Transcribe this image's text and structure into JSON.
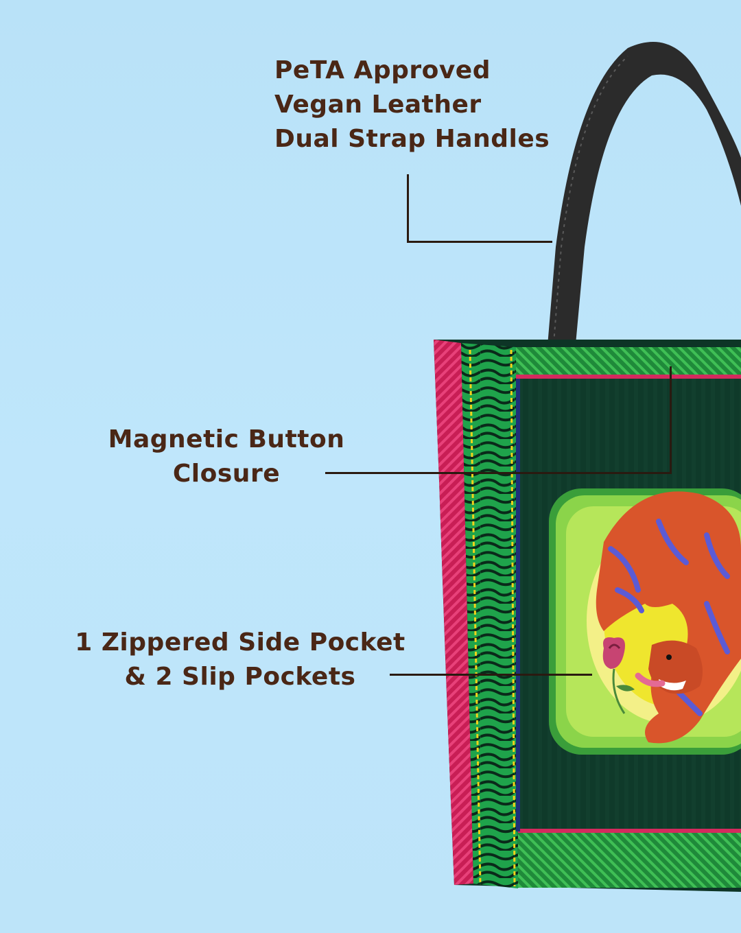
{
  "features": {
    "handles": {
      "lines": [
        "PeTA Approved",
        "Vegan Leather",
        "Dual Strap Handles"
      ]
    },
    "closure": {
      "lines": [
        "Magnetic Button",
        "Closure"
      ]
    },
    "pockets": {
      "lines": [
        "1 Zippered Side Pocket",
        "& 2 Slip Pockets"
      ]
    }
  },
  "colors": {
    "background": "#bde4f9",
    "text": "#4a2716",
    "bag_dark_green": "#0f3a2a",
    "bag_pink": "#d42a5e",
    "strap": "#2a2a2a",
    "tiger": "#d9552b"
  },
  "illustration": {
    "subject": "tote-bag-tiger-print"
  }
}
